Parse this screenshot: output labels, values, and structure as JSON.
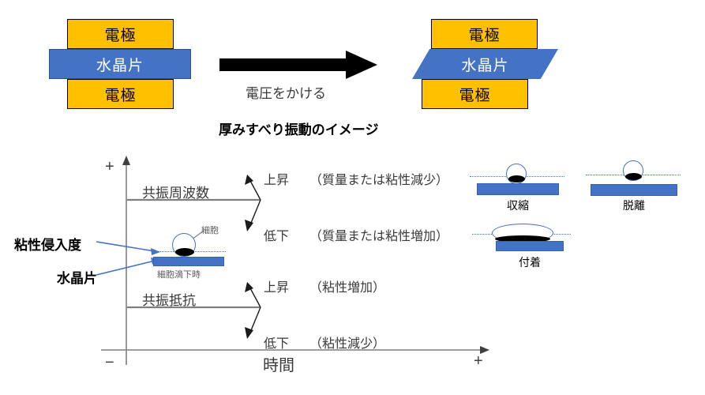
{
  "top_diagram": {
    "left_stack": {
      "electrode_top": "電極",
      "quartz": "水晶片",
      "electrode_bottom": "電極"
    },
    "transition": {
      "arrow_icon": "right-arrow-icon",
      "label": "電圧をかける"
    },
    "right_stack": {
      "electrode_top": "電極",
      "quartz": "水晶片",
      "electrode_bottom": "電極"
    },
    "caption": "厚みすべり振動のイメージ"
  },
  "chart": {
    "y_axis": {
      "positive": "+",
      "negative": "−"
    },
    "x_axis": {
      "title": "時間",
      "positive": "+"
    },
    "groups": [
      {
        "name": "共振周波数",
        "branches": [
          {
            "direction": "上昇",
            "reason": "（質量または粘性減少）"
          },
          {
            "direction": "低下",
            "reason": "（質量または粘性増加）"
          }
        ]
      },
      {
        "name": "共振抵抗",
        "branches": [
          {
            "direction": "上昇",
            "reason": "（粘性増加）"
          },
          {
            "direction": "低下",
            "reason": "（粘性減少）"
          }
        ]
      }
    ],
    "callouts": [
      {
        "label": "粘性侵入度"
      },
      {
        "label": "水晶片"
      }
    ],
    "inline_sample": {
      "cell_label": "細胞",
      "state_label": "細胞滴下時"
    }
  },
  "panels": [
    {
      "label": "収縮",
      "state": "contracted"
    },
    {
      "label": "脱離",
      "state": "detached"
    },
    {
      "label": "付着",
      "state": "adhered"
    }
  ],
  "colors": {
    "electrode": "#FFC000",
    "quartz": "#4472C4",
    "callout_arrow": "#4472C4",
    "group_line": "#7F7F7F",
    "axis": "#7F7F7F"
  }
}
